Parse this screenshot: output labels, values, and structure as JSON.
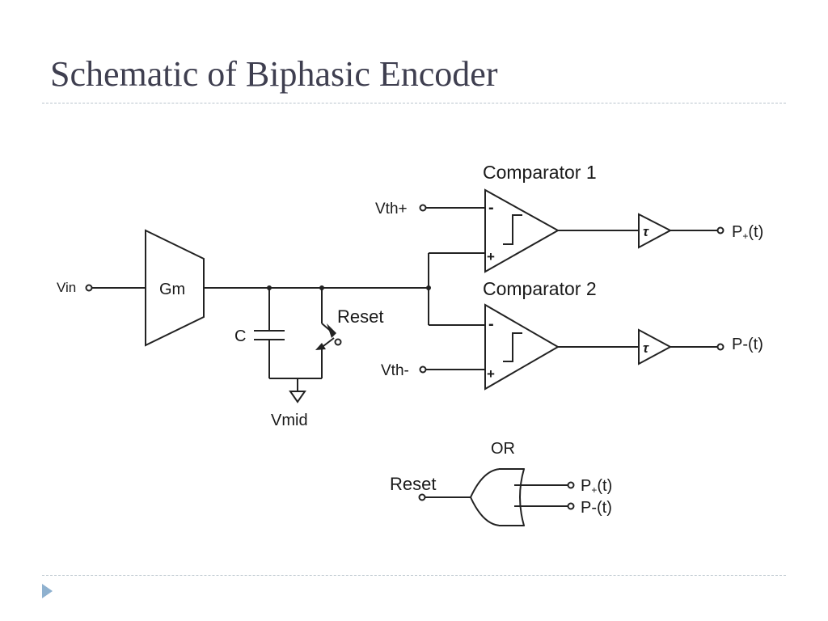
{
  "title": "Schematic of Biphasic Encoder",
  "labels": {
    "vin": "Vin",
    "gm": "Gm",
    "capacitor": "C",
    "reset_switch": "Reset",
    "vmid": "Vmid",
    "vth_plus": "Vth+",
    "vth_minus": "Vth-",
    "comparator1": "Comparator 1",
    "comparator2": "Comparator 2",
    "minus_sign": "-",
    "plus_sign": "+",
    "delay_symbol": "τ",
    "out_plus_p": "P",
    "out_plus_sub": "+",
    "out_plus_t": "(t)",
    "out_minus": "P-(t)",
    "or_gate": "OR",
    "or_reset": "Reset",
    "or_in_plus_p": "P",
    "or_in_plus_sub": "+",
    "or_in_plus_t": "(t)",
    "or_in_minus": "P-(t)"
  }
}
